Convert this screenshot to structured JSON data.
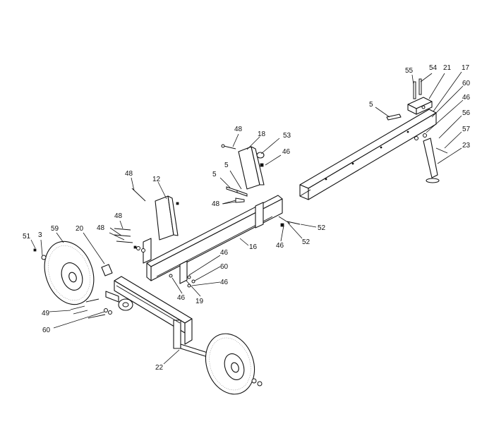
{
  "callouts": [
    {
      "id": "c55",
      "text": "55"
    },
    {
      "id": "c54",
      "text": "54"
    },
    {
      "id": "c21",
      "text": "21"
    },
    {
      "id": "c17",
      "text": "17"
    },
    {
      "id": "c60a",
      "text": "60"
    },
    {
      "id": "c46a",
      "text": "46"
    },
    {
      "id": "c5a",
      "text": "5"
    },
    {
      "id": "c56",
      "text": "56"
    },
    {
      "id": "c57",
      "text": "57"
    },
    {
      "id": "c23",
      "text": "23"
    },
    {
      "id": "c48a",
      "text": "48"
    },
    {
      "id": "c18",
      "text": "18"
    },
    {
      "id": "c53",
      "text": "53"
    },
    {
      "id": "c46b",
      "text": "46"
    },
    {
      "id": "c48b",
      "text": "48"
    },
    {
      "id": "c12",
      "text": "12"
    },
    {
      "id": "c5b",
      "text": "5"
    },
    {
      "id": "c5c",
      "text": "5"
    },
    {
      "id": "c48c",
      "text": "48"
    },
    {
      "id": "c48d",
      "text": "48"
    },
    {
      "id": "c48e",
      "text": "48"
    },
    {
      "id": "c52a",
      "text": "52"
    },
    {
      "id": "c52b",
      "text": "52"
    },
    {
      "id": "c46c",
      "text": "46"
    },
    {
      "id": "c51",
      "text": "51"
    },
    {
      "id": "c3",
      "text": "3"
    },
    {
      "id": "c59",
      "text": "59"
    },
    {
      "id": "c20",
      "text": "20"
    },
    {
      "id": "c16",
      "text": "16"
    },
    {
      "id": "c46d",
      "text": "46"
    },
    {
      "id": "c60b",
      "text": "60"
    },
    {
      "id": "c46e",
      "text": "46"
    },
    {
      "id": "c46f",
      "text": "46"
    },
    {
      "id": "c19",
      "text": "19"
    },
    {
      "id": "c49",
      "text": "49"
    },
    {
      "id": "c60c",
      "text": "60"
    },
    {
      "id": "c22",
      "text": "22"
    }
  ]
}
